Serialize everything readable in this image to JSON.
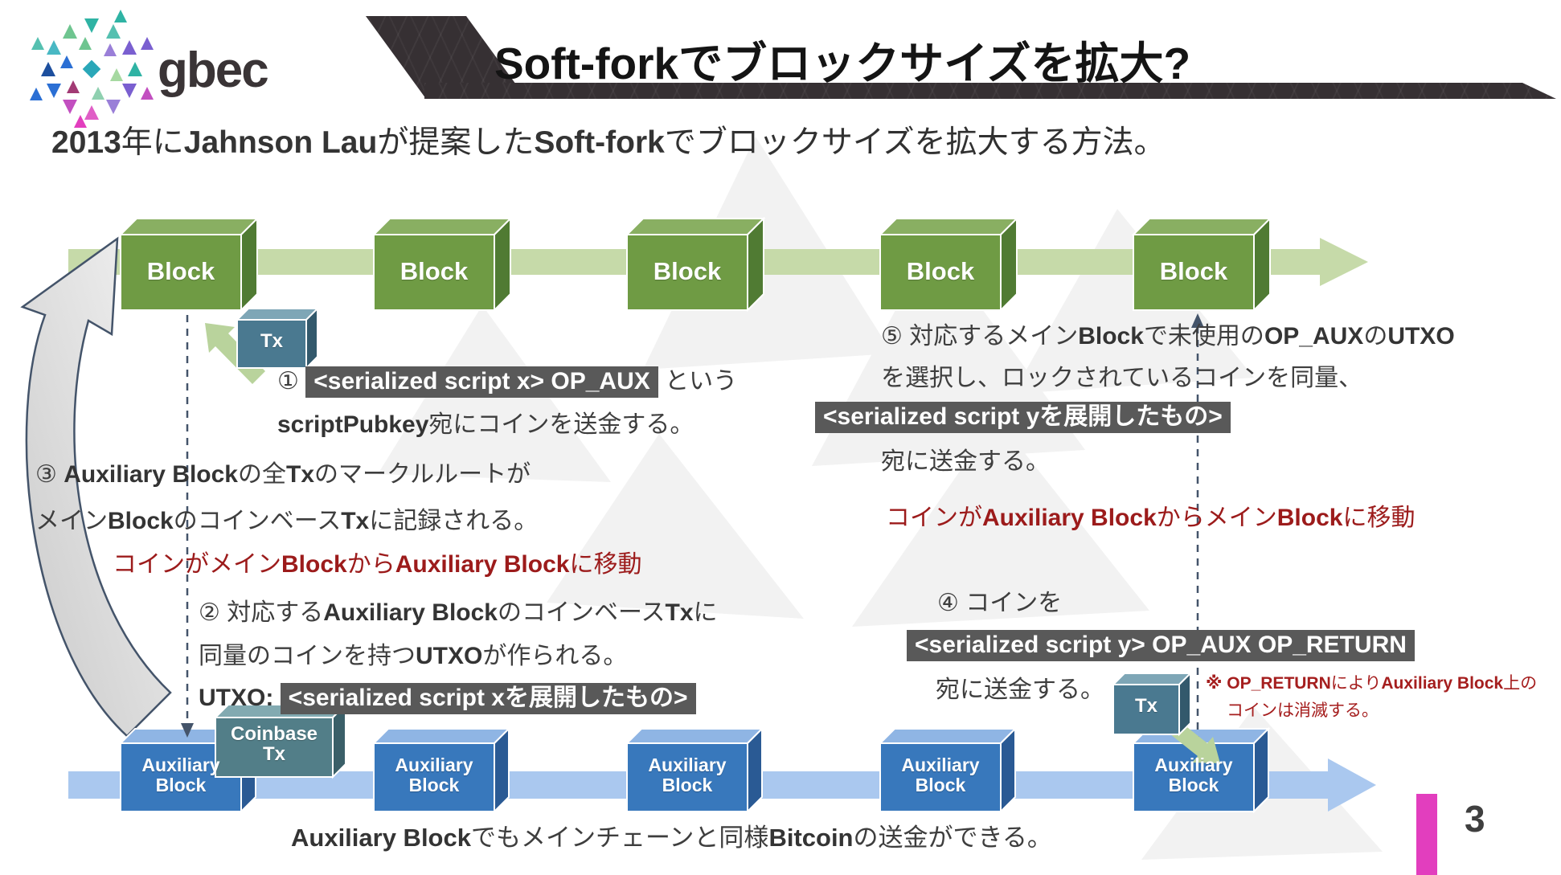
{
  "logo": {
    "text": "gbec"
  },
  "title": {
    "latin": "Soft-fork",
    "jp": "でブロックサイズを拡大?"
  },
  "subtitle": {
    "a": "2013",
    "b": "年に",
    "c": "Jahnson Lau",
    "d": "が提案した",
    "e": "Soft-fork",
    "f": "でブロックサイズを拡大する方法。"
  },
  "chains": {
    "main": {
      "block_label": "Block"
    },
    "aux": {
      "label_line1": "Auxiliary",
      "label_line2": "Block"
    }
  },
  "boxes": {
    "tx_top": "Tx",
    "tx_bottom": "Tx",
    "coinbase_line1": "Coinbase",
    "coinbase_line2": "Tx"
  },
  "steps": {
    "s1": {
      "prefix": "① ",
      "code": "<serialized script x> OP_AUX",
      "suffix": " という",
      "l2_bold": "scriptPubkey",
      "l2_rest": "宛にコインを送金する。"
    },
    "s2": {
      "l1a": "② 対応する",
      "l1b": "Auxiliary Block",
      "l1c": "のコインベース",
      "l1d": "Tx",
      "l1e": "に",
      "l2a": "同量のコインを持つ",
      "l2b": "UTXO",
      "l2c": "が作られる。",
      "l3_label": "UTXO:",
      "l3_code": "<serialized script xを展開したもの>"
    },
    "s3": {
      "l1a": "③ ",
      "l1b": "Auxiliary Block",
      "l1c": "の全",
      "l1d": "Tx",
      "l1e": "のマークルルートが",
      "l2a": "メイン",
      "l2b": "Block",
      "l2c": "のコインベース",
      "l2d": "Tx",
      "l2e": "に記録される。"
    },
    "s4": {
      "l1": "④ コインを",
      "l2_code": "<serialized script y> OP_AUX OP_RETURN",
      "l3": "宛に送金する。"
    },
    "s5": {
      "l1a": "⑤ 対応するメイン",
      "l1b": "Block",
      "l1c": "で未使用の",
      "l1d": "OP_AUX",
      "l1e": "の",
      "l1f": "UTXO",
      "l2": "を選択し、ロックされているコインを同量、",
      "l3_code": "<serialized script yを展開したもの>",
      "l4": "宛に送金する。"
    }
  },
  "red_notes": {
    "left": {
      "a": "コインがメイン",
      "b": "Block",
      "c": "から",
      "d": "Auxiliary Block",
      "e": "に移動"
    },
    "right": {
      "a": "コインが",
      "b": "Auxiliary Block",
      "c": "からメイン",
      "d": "Block",
      "e": "に移動"
    }
  },
  "op_return_note": {
    "l1a": "※ ",
    "l1b": "OP_RETURN",
    "l1c": "により",
    "l1d": "Auxiliary Block",
    "l1e": "上の",
    "l2": "コインは消滅する。"
  },
  "caption": {
    "a": "Auxiliary Block",
    "b": "でもメインチェーンと同様",
    "c": "Bitcoin",
    "d": "の送金ができる。"
  },
  "page": {
    "number": "3"
  },
  "colors": {
    "main_block_green": "#6f9b44",
    "aux_block_blue": "#3878bc",
    "chain_arrow_green": "#c6daa9",
    "chain_arrow_blue": "#aac8ef",
    "tx_box_teal": "#4a7990",
    "code_highlight_bg": "#595959",
    "red_text": "#9c1b1b",
    "accent_pink": "#e23ebe"
  }
}
